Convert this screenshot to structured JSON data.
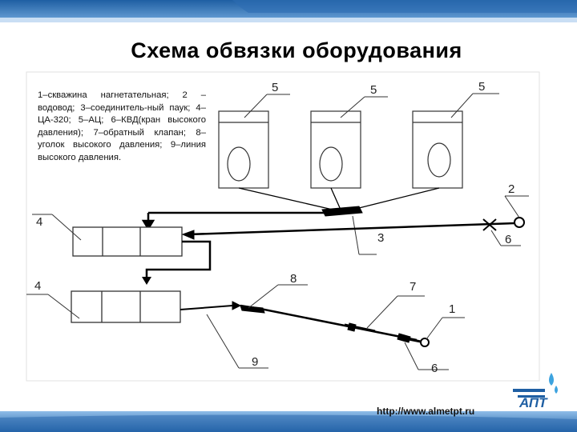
{
  "slide": {
    "title": "Схема обвязки оборудования",
    "legend": "1–скважина нагнетательная; 2 –водовод; 3–соединитель-ный паук; 4–ЦА-320; 5–АЦ; 6–КВД(кран высокого давления); 7–обратный клапан; 8–уголок высокого давления; 9–линия высокого давления.",
    "url": "http://www.almetpt.ru",
    "logo_text": "АПТ"
  },
  "diagram": {
    "labels": {
      "tank_1": "5",
      "tank_2": "5",
      "tank_3": "5",
      "water_line": "2",
      "spider": "3",
      "valve_top": "6",
      "pump_top": "4",
      "pump_bottom": "4",
      "elbow": "8",
      "check_valve": "7",
      "well": "1",
      "valve_bottom": "6",
      "hp_line": "9"
    }
  },
  "colors": {
    "bar_dark": "#1f5fa3",
    "bar_light": "#7fb3e3",
    "line": "#000000",
    "box_border": "#333333"
  },
  "icons": [
    "water-drop-icon"
  ]
}
